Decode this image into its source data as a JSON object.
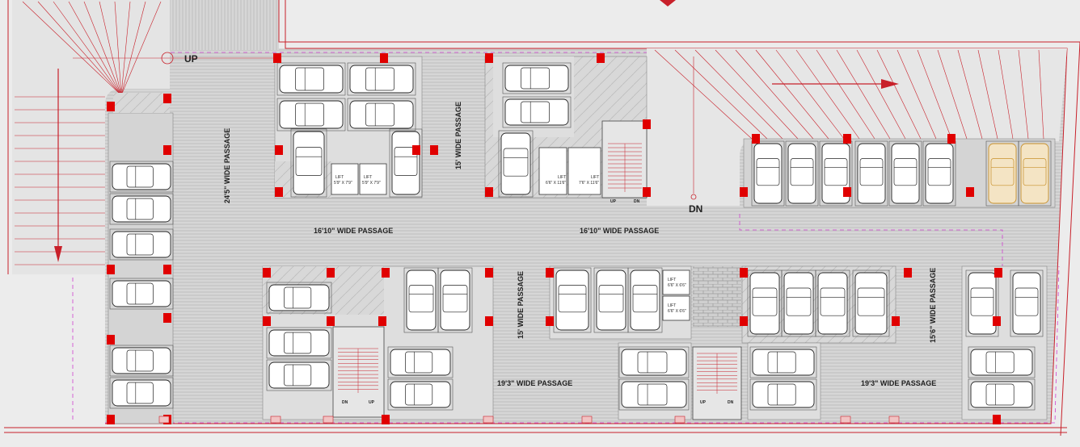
{
  "plan": {
    "stair_labels": {
      "up": "UP",
      "dn": "DN"
    },
    "passages": [
      {
        "text": "24'5\" WIDE PASSAGE"
      },
      {
        "text": "15' WIDE PASSAGE"
      },
      {
        "text": "16'10\" WIDE PASSAGE"
      },
      {
        "text": "16'10\" WIDE PASSAGE"
      },
      {
        "text": "15' WIDE PASSAGE"
      },
      {
        "text": "15'6\" WIDE PASSAGE"
      },
      {
        "text": "19'3\" WIDE PASSAGE"
      },
      {
        "text": "19'3\" WIDE PASSAGE"
      }
    ],
    "lifts": [
      {
        "title": "LIFT",
        "size": "5'9\" X 7'9\""
      },
      {
        "title": "LIFT",
        "size": "5'9\" X 7'9\""
      },
      {
        "title": "LIFT",
        "size": "6'6\" X 11'6\""
      },
      {
        "title": "LIFT",
        "size": "7'6\" X 11'6\""
      },
      {
        "title": "LIFT",
        "size": "6'6\" X 6'6\""
      },
      {
        "title": "LIFT",
        "size": "6'6\" X 6'6\""
      }
    ],
    "mini_stairs": [
      {
        "left": "UP",
        "right": "DN"
      },
      {
        "left": "DN",
        "right": "UP"
      },
      {
        "left": "UP",
        "right": "DN"
      }
    ],
    "colors": {
      "wall": "#c8202a",
      "column": "#e00000",
      "hatch": "#9a9a9a",
      "dash": "#d040d0",
      "highlight_car": "#c8902a"
    }
  }
}
